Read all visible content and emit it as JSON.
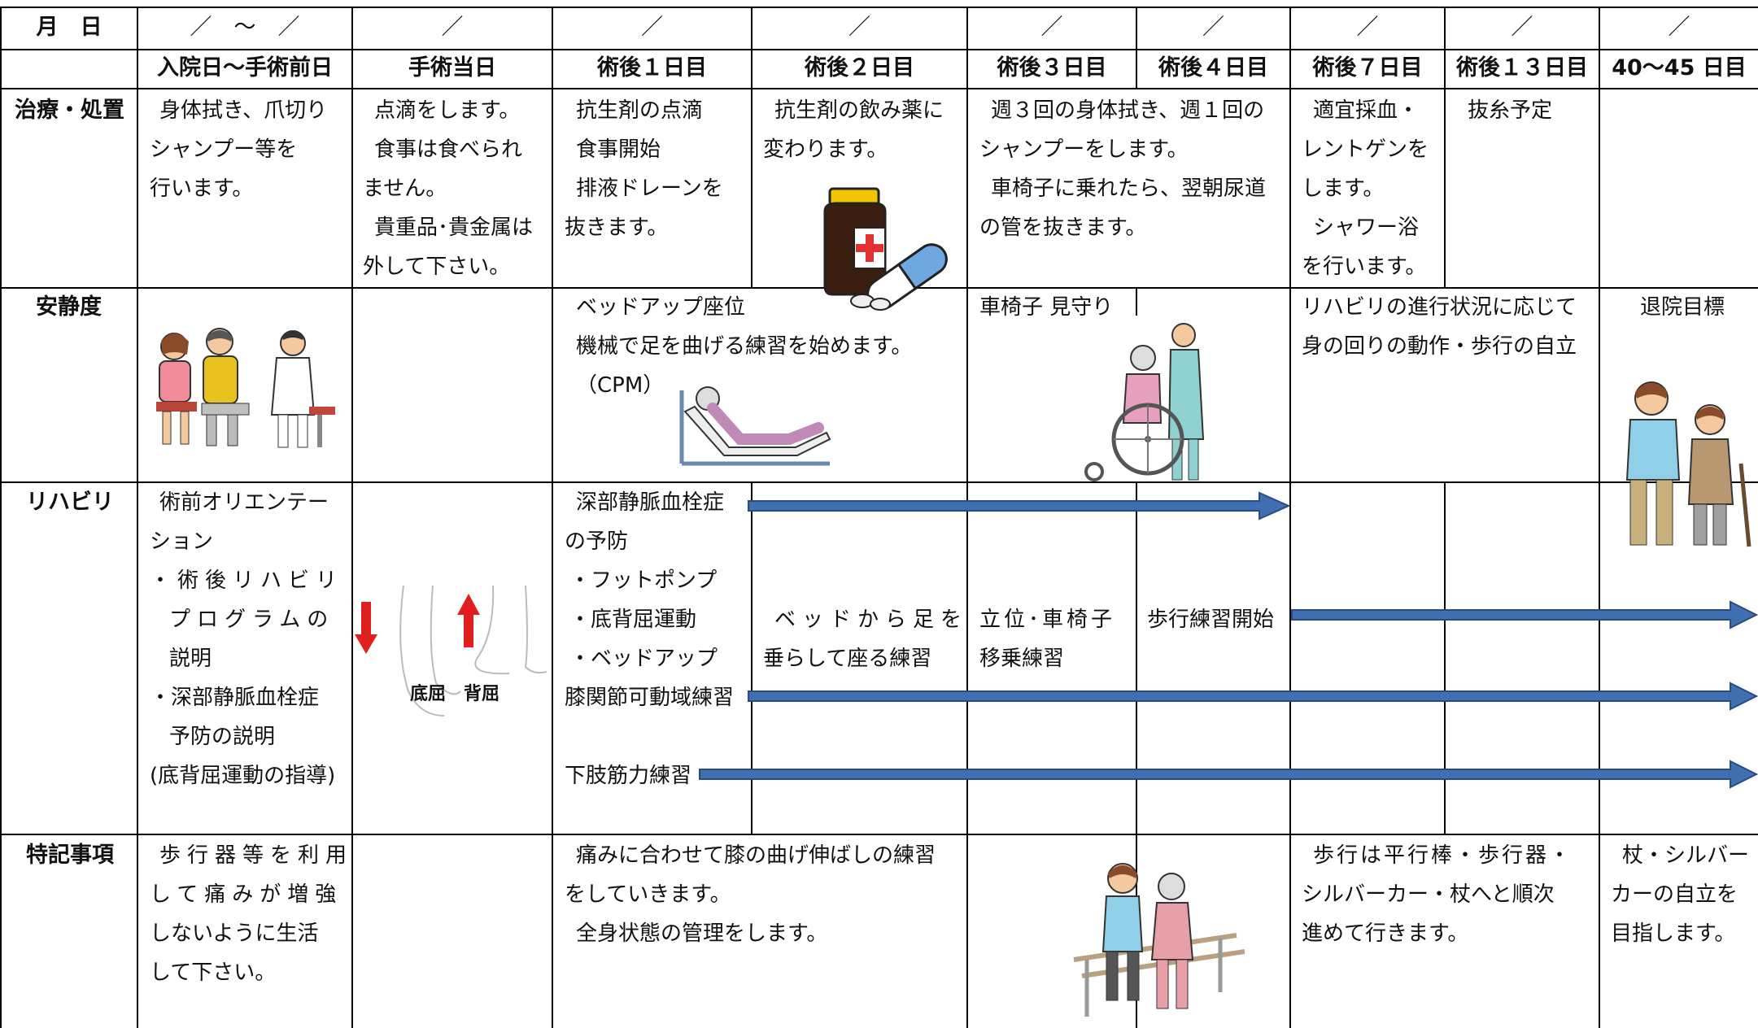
{
  "header": {
    "month_day_label": "月　日",
    "date_cells": [
      "／　～　／",
      "／",
      "／",
      "／",
      "／",
      "／",
      "／",
      "／",
      "／"
    ]
  },
  "phases": [
    "入院日～手術前日",
    "手術当日",
    "術後１日目",
    "術後２日目",
    "術後３日目",
    "術後４日目",
    "術後７日目",
    "術後１３日目",
    "40～45 日目"
  ],
  "rows": {
    "treatment": {
      "label": "治療・処置",
      "preop": [
        "身体拭き、爪切り",
        "シャンプー等を",
        "行います。"
      ],
      "opday": [
        "点滴をします。",
        "食事は食べられ",
        "ません。",
        "貴重品･貴金属は",
        "外して下さい。"
      ],
      "pod1": [
        "抗生剤の点滴",
        "食事開始",
        "排液ドレーンを",
        "抜きます。"
      ],
      "pod2": [
        "抗生剤の飲み薬に",
        "変わります。"
      ],
      "pod34": [
        "週３回の身体拭き、週１回の",
        "シャンプーをします。",
        "車椅子に乗れたら、翌朝尿道",
        "の管を抜きます。"
      ],
      "pod7": [
        "適宜採血・",
        "レントゲンを",
        "します。",
        "シャワー浴",
        "を行います。"
      ],
      "pod13": [
        "抜糸予定"
      ]
    },
    "rest": {
      "label": "安静度",
      "pod12": [
        "ベッドアップ座位",
        "機械で足を曲げる練習を始めます。",
        "（CPM）"
      ],
      "pod3": [
        "車椅子 見守り"
      ],
      "pod7_13": [
        "リハビリの進行状況に応じて",
        "身の回りの動作・歩行の自立"
      ],
      "final": [
        "退院目標"
      ]
    },
    "rehab": {
      "label": "リハビリ",
      "preop": [
        "術前オリエンテー",
        "ション",
        "・術後リハビリ",
        "プログラムの",
        "説明",
        "・深部静脈血栓症",
        "予防の説明",
        "(底背屈運動の指導)"
      ],
      "opday_caption": "底屈　背屈",
      "pod1": [
        "深部静脈血栓症",
        "の予防",
        "・フットポンプ",
        "・底背屈運動",
        "・ベッドアップ",
        "膝関節可動域練習",
        "",
        "下肢筋力練習"
      ],
      "pod2": [
        "ベッドから足を",
        "垂らして座る練習"
      ],
      "pod3": [
        "立位･車椅子",
        "移乗練習"
      ],
      "pod4": [
        "歩行練習開始"
      ]
    },
    "notes": {
      "label": "特記事項",
      "preop": [
        "歩行器等を利用",
        "して痛みが増強",
        "しないように生活",
        "して下さい。"
      ],
      "pod12": [
        "痛みに合わせて膝の曲げ伸ばしの練習",
        "をしていきます。",
        "全身状態の管理をします。"
      ],
      "pod7_13": [
        "歩行は平行棒・歩行器・",
        "シルバーカー・杖へと順次",
        "進めて行きます。"
      ],
      "final": [
        "杖・シルバー",
        "カーの自立を",
        "目指します。"
      ]
    }
  },
  "colors": {
    "arrow_fill": "#3f6fb0",
    "arrow_stroke": "#2a4d80",
    "red_arrow": "#e02020"
  },
  "icons": [
    "medicine-bottle-icon",
    "capsule-icon",
    "doctor-consult-illustration",
    "cpm-bed-illustration",
    "wheelchair-illustration",
    "walking-assist-illustration",
    "parallel-bars-illustration",
    "foot-flexion-illustration"
  ]
}
